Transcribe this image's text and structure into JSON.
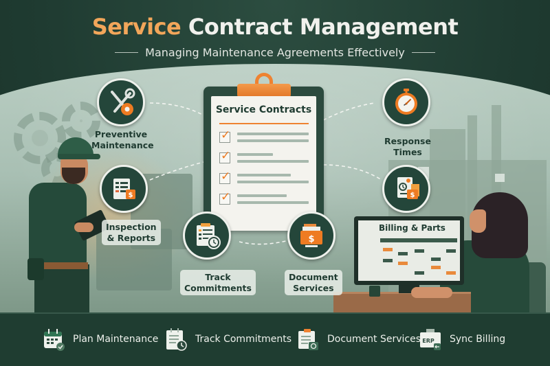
{
  "header": {
    "title_accent": "Service",
    "title_rest": "Contract Management",
    "subtitle": "Managing Maintenance Agreements Effectively"
  },
  "clipboard": {
    "title": "Service Contracts",
    "items_checked": 4,
    "accent_color": "#ee8231"
  },
  "features": [
    {
      "id": "preventive-maintenance",
      "label_line1": "Preventive",
      "label_line2": "Maintenance",
      "icon": "wrench-gear-icon"
    },
    {
      "id": "inspection-reports",
      "label_line1": "Inspection",
      "label_line2": "& Reports",
      "icon": "report-dollar-icon"
    },
    {
      "id": "track-commitments",
      "label_line1": "Track",
      "label_line2": "Commitments",
      "icon": "checklist-clock-icon"
    },
    {
      "id": "document-services",
      "label_line1": "Document",
      "label_line2": "Services",
      "icon": "folder-dollar-icon"
    },
    {
      "id": "response-times",
      "label_line1": "Response Times",
      "label_line2": "",
      "icon": "stopwatch-icon"
    },
    {
      "id": "billing-parts",
      "label_line1": "Billing & Parts",
      "label_line2": "",
      "icon": "invoice-coins-icon"
    }
  ],
  "monitor": {
    "title": "Billing & Parts"
  },
  "footer": {
    "items": [
      {
        "label": "Plan Maintenance",
        "icon": "calendar-check-icon"
      },
      {
        "label": "Track Commitments",
        "icon": "checklist-clock-icon"
      },
      {
        "label": "Document Services",
        "icon": "document-camera-icon"
      },
      {
        "label": "Sync Billing",
        "icon": "erp-sync-icon",
        "icon_text": "ERP"
      }
    ]
  },
  "colors": {
    "background_dark_green": "#1f3b31",
    "accent_orange": "#f2a65a",
    "badge_green": "#24463a",
    "text_light": "#f1f1ed"
  }
}
